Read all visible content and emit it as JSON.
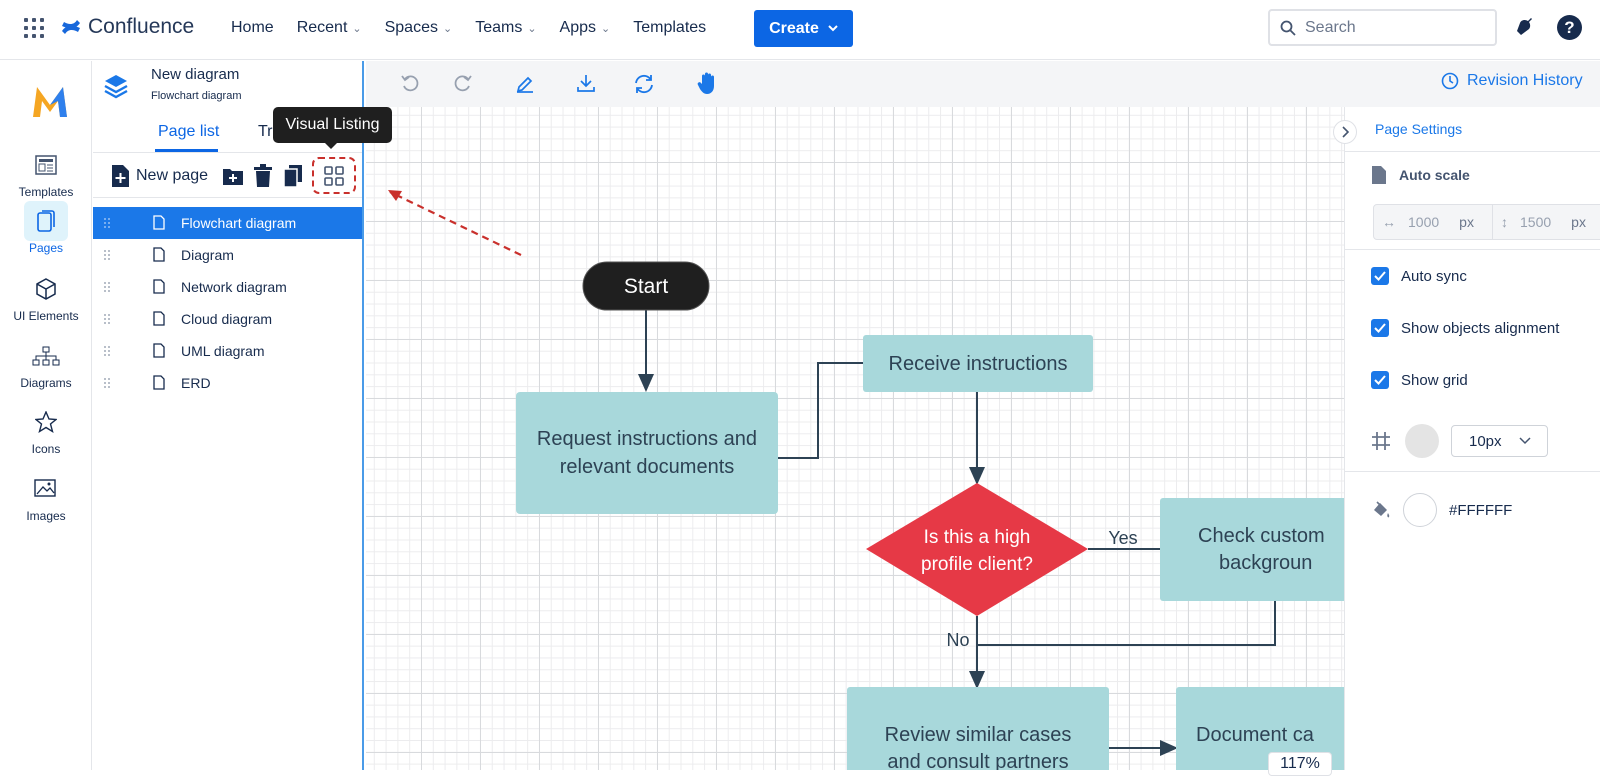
{
  "topnav": {
    "brand": "Confluence",
    "links": [
      "Home",
      "Recent",
      "Spaces",
      "Teams",
      "Apps",
      "Templates"
    ],
    "create_label": "Create",
    "search_placeholder": "Search"
  },
  "rail": {
    "items": [
      {
        "label": "Templates",
        "icon": "templates-icon"
      },
      {
        "label": "Pages",
        "icon": "pages-icon",
        "active": true
      },
      {
        "label": "UI Elements",
        "icon": "cube-icon"
      },
      {
        "label": "Diagrams",
        "icon": "hierarchy-icon"
      },
      {
        "label": "Icons",
        "icon": "star-icon"
      },
      {
        "label": "Images",
        "icon": "image-icon"
      }
    ]
  },
  "panel": {
    "title": "New diagram",
    "subtitle": "Flowchart diagram",
    "tabs": [
      "Page list",
      "Trash"
    ],
    "new_page_label": "New page",
    "tooltip": "Visual Listing",
    "pages": [
      "Flowchart diagram",
      "Diagram",
      "Network diagram",
      "Cloud diagram",
      "UML diagram",
      "ERD"
    ]
  },
  "canvas": {
    "revision_label": "Revision History",
    "zoom": "117%"
  },
  "flowchart": {
    "start": "Start",
    "request_1": "Request instructions and",
    "request_2": "relevant documents",
    "receive": "Receive instructions",
    "decision_1": "Is this a high",
    "decision_2": "profile client?",
    "yes": "Yes",
    "no": "No",
    "check_1": "Check custom",
    "check_2": "backgroun",
    "review_1": "Review similar cases",
    "review_2": "and consult partners",
    "document": "Document ca"
  },
  "settings": {
    "title": "Page Settings",
    "auto_scale": "Auto scale",
    "width": "1000",
    "height": "1500",
    "unit": "px",
    "auto_sync": "Auto sync",
    "alignment": "Show objects alignment",
    "show_grid": "Show grid",
    "grid_size": "10px",
    "bg_color": "#FFFFFF"
  },
  "colors": {
    "accent": "#0c66e4",
    "shape_fill": "#a8d8db",
    "decision_fill": "#e63946",
    "start_fill": "#1f1f1f"
  }
}
